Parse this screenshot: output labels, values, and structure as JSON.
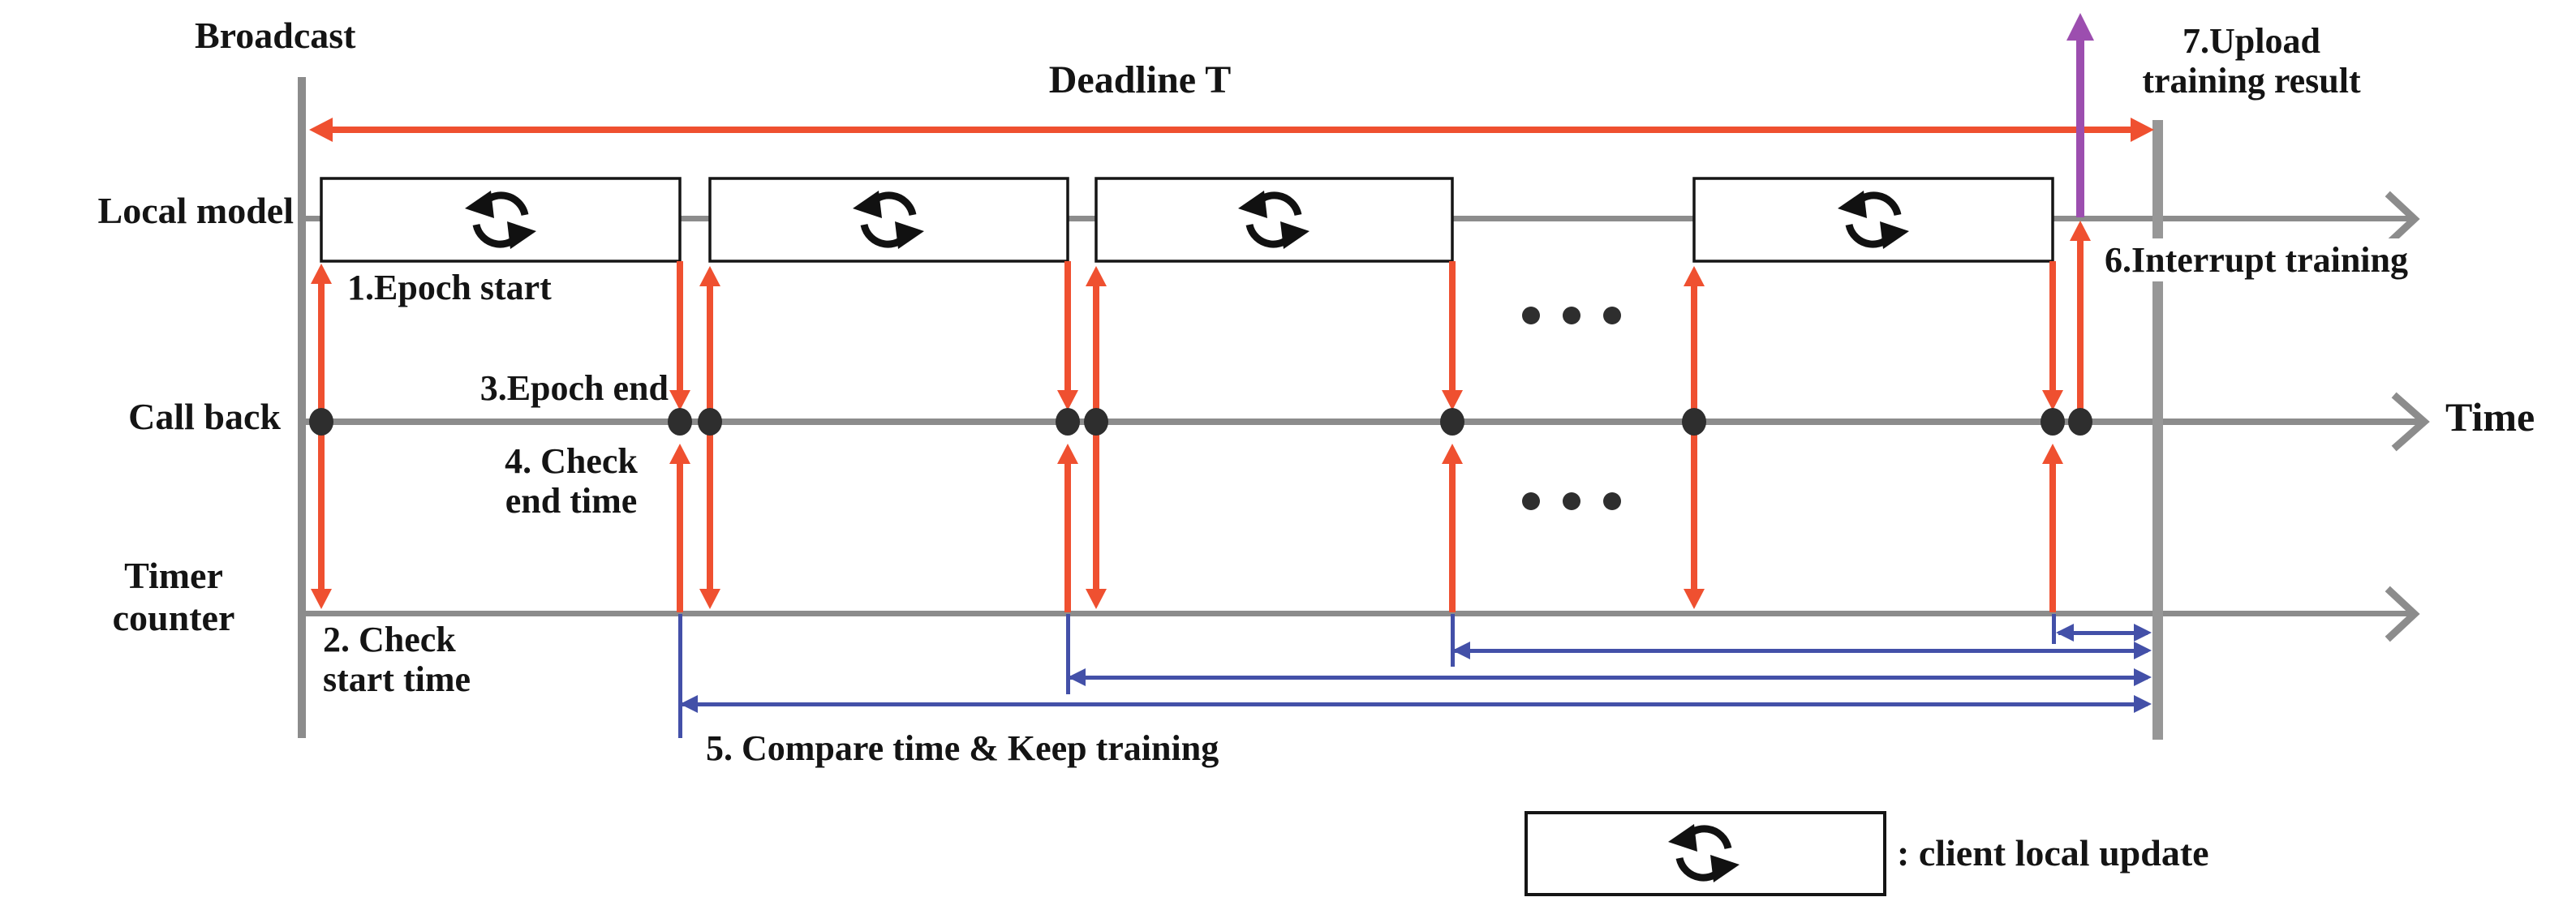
{
  "colors": {
    "red": "#EF5030",
    "blue": "#4350A8",
    "purple": "#9C4EAF",
    "gray": "#8C8C8C",
    "graybar": "#979797",
    "ink": "#141414",
    "dot": "#2E2E2E",
    "bg": "#ffffff"
  },
  "labels": {
    "broadcast": "Broadcast",
    "local_model": "Local model",
    "call_back": "Call back",
    "timer": "Timer",
    "counter": "counter",
    "deadline": "Deadline T",
    "time": "Time"
  },
  "steps": {
    "s1": "1.Epoch start",
    "s2a": "2. Check",
    "s2b": "start time",
    "s3": "3.Epoch end",
    "s4a": "4. Check",
    "s4b": "end time",
    "s5": "5. Compare time & Keep training",
    "s6": "6.Interrupt training",
    "s7a": "7.Upload",
    "s7b": "training result"
  },
  "legend": {
    "text": ": client local update",
    "icon": "sync-icon"
  },
  "icons": {
    "local_update_icon": "sync-icon",
    "ellipsis_icon": "ellipsis-dots"
  }
}
